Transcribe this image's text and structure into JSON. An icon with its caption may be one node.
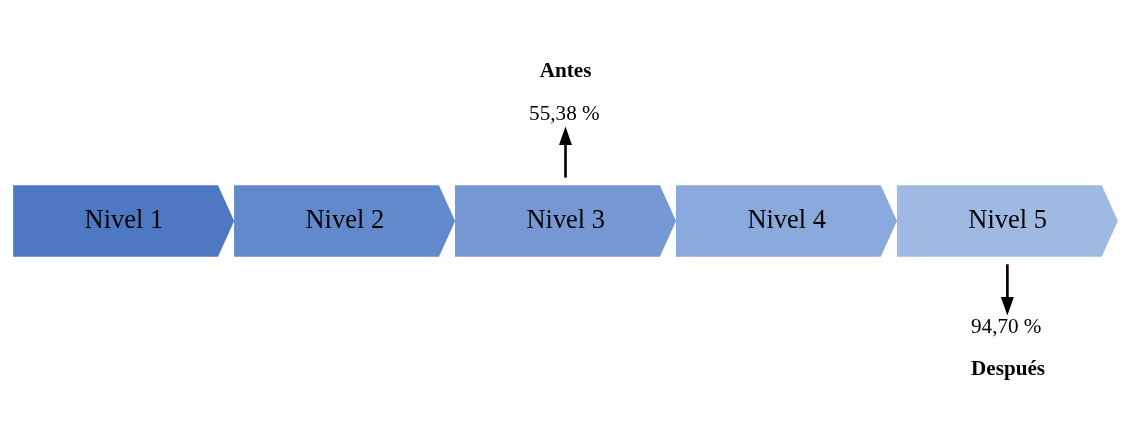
{
  "diagram": {
    "nodes": [
      {
        "text": [
          "Nivel 1"
        ]
      },
      {
        "text": [
          "Nivel 2"
        ]
      },
      {
        "text": [
          "Nivel 3"
        ]
      },
      {
        "text": [
          "Nivel 4"
        ]
      },
      {
        "text": [
          "Nivel 5"
        ]
      },
      {
        "text": [
          "Antes",
          "55,38 %"
        ]
      },
      {
        "text": [
          "94,70 %",
          "Después"
        ]
      }
    ],
    "edges": [
      {
        "from": 2,
        "to": 5,
        "arrow": "to"
      },
      {
        "from": 4,
        "to": 6,
        "arrow": "to"
      }
    ]
  }
}
